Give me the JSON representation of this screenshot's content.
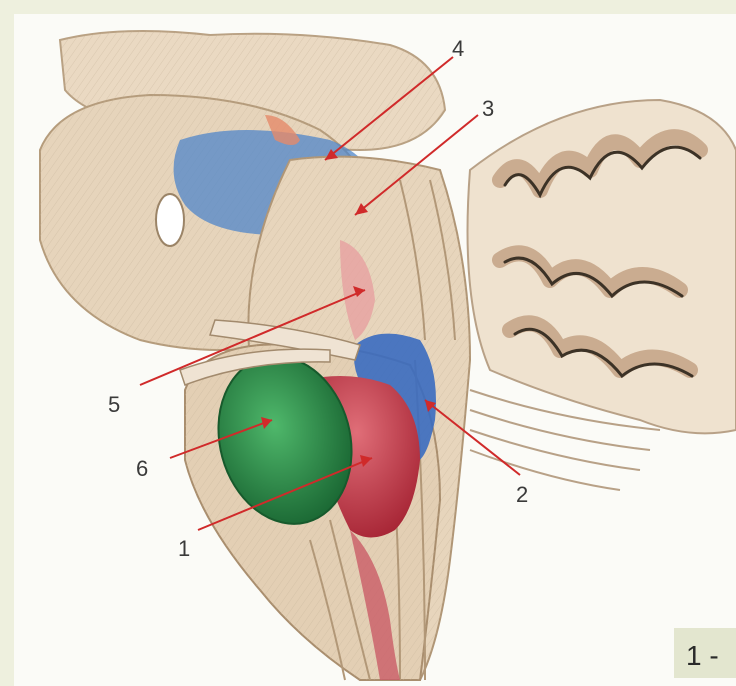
{
  "figure": {
    "labels": {
      "l1": "1",
      "l2": "2",
      "l3": "3",
      "l4": "4",
      "l5": "5",
      "l6": "6"
    },
    "caption": "1 -"
  },
  "colors": {
    "background": "#eef0de",
    "tissue": "#e8d8c2",
    "nucleus_green": "#2e8b4a",
    "nucleus_red": "#c23b4a",
    "nucleus_blue": "#3d6fb5",
    "leader_line": "#d02a2a"
  }
}
